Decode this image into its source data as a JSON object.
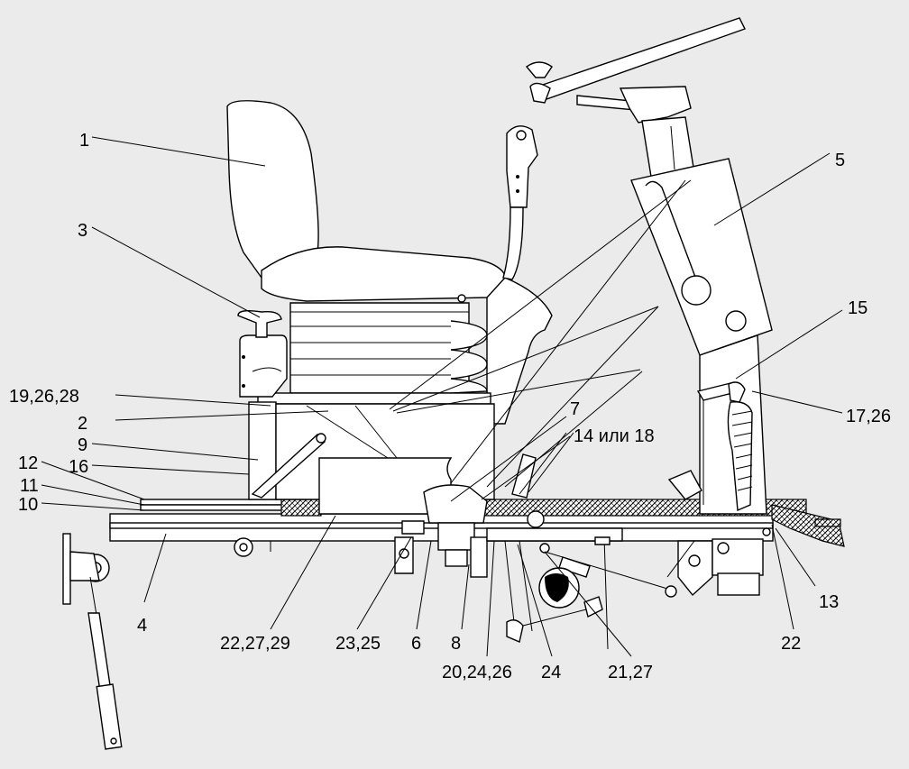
{
  "labels": {
    "l1": "1",
    "l2": "2",
    "l3": "3",
    "l4": "4",
    "l5": "5",
    "l6": "6",
    "l7": "7",
    "l8": "8",
    "l9": "9",
    "l10": "10",
    "l11": "11",
    "l12": "12",
    "l13": "13",
    "l14_18": "14 или 18",
    "l15": "15",
    "l16": "16",
    "l17_26": "17,26",
    "l19_26_28": "19,26,28",
    "l20_24_26": "20,24,26",
    "l21_27": "21,27",
    "l22_a": "22",
    "l22_27_29": "22,27,29",
    "l23_25": "23,25",
    "l24": "24"
  },
  "colors": {
    "background": "#ebebeb",
    "part_fill": "#ffffff",
    "line": "#000000"
  }
}
